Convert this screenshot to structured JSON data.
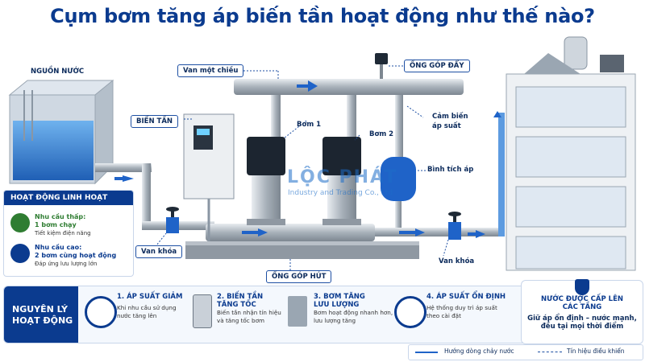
{
  "title": "Cụm bơm tăng áp biến tần hoạt động như thế nào?",
  "labels": {
    "source": "NGUỒN NƯỚC",
    "check_valve": "Van một chiều",
    "discharge_manifold": "ỐNG GÓP ĐẨY",
    "inverter": "BIẾN TẦN",
    "pump1": "Bơm 1",
    "pump2": "Bơm 2",
    "pressure_sensor_l1": "Cảm biến",
    "pressure_sensor_l2": "áp suất",
    "pressure_tank": "Bình tích áp",
    "valve_left": "Van khóa",
    "valve_right": "Van khóa",
    "suction_manifold": "ỐNG GÓP HÚT"
  },
  "flexible_operation": {
    "heading": "HOẠT ĐỘNG LINH HOẠT",
    "modes": [
      {
        "line1": "Nhu cầu thấp:",
        "line2": "1 bơm chạy",
        "line3": "Tiết kiệm điện năng"
      },
      {
        "line1": "Nhu cầu cao:",
        "line2": "2 bơm cùng hoạt động",
        "line3": "Đáp ứng lưu lượng lớn"
      }
    ]
  },
  "watermark": {
    "brand": "LỘC PHÁT",
    "company": "Industry and Trading Co., Ltd"
  },
  "principle": {
    "heading_l1": "NGUYÊN LÝ",
    "heading_l2": "HOẠT ĐỘNG",
    "steps": [
      {
        "title_l1": "1. ÁP SUẤT GIẢM",
        "title_l2": "",
        "desc_l1": "Khi nhu cầu sử dụng",
        "desc_l2": "nước tăng lên",
        "icon": "gauge-icon"
      },
      {
        "title_l1": "2. BIẾN TẦN",
        "title_l2": "TĂNG TỐC",
        "desc_l1": "Biến tần nhận tín hiệu",
        "desc_l2": "và tăng tốc bơm",
        "icon": "inverter-icon"
      },
      {
        "title_l1": "3. BƠM TĂNG",
        "title_l2": "LƯU LƯỢNG",
        "desc_l1": "Bơm hoạt động nhanh hơn,",
        "desc_l2": "lưu lượng tăng",
        "icon": "pump-icon"
      },
      {
        "title_l1": "4. ÁP SUẤT ỔN ĐỊNH",
        "title_l2": "",
        "desc_l1": "Hệ thống duy trì áp suất",
        "desc_l2": "theo cài đặt",
        "icon": "gauge-check-icon"
      }
    ]
  },
  "outcome": {
    "heading_l1": "NƯỚC ĐƯỢC CẤP LÊN",
    "heading_l2": "CÁC TẦNG",
    "desc_l1": "Giữ áp ổn định – nước mạnh,",
    "desc_l2": "đều tại mọi thời điểm",
    "icon": "shield-check-icon"
  },
  "legend": {
    "flow": "Hướng dòng chảy nước",
    "signal": "Tín hiệu điều khiển"
  },
  "colors": {
    "brand_blue": "#0b3b8f",
    "accent_green": "#2f7d32",
    "water": "#3f86d6",
    "pipe": "#b9c0c8"
  }
}
